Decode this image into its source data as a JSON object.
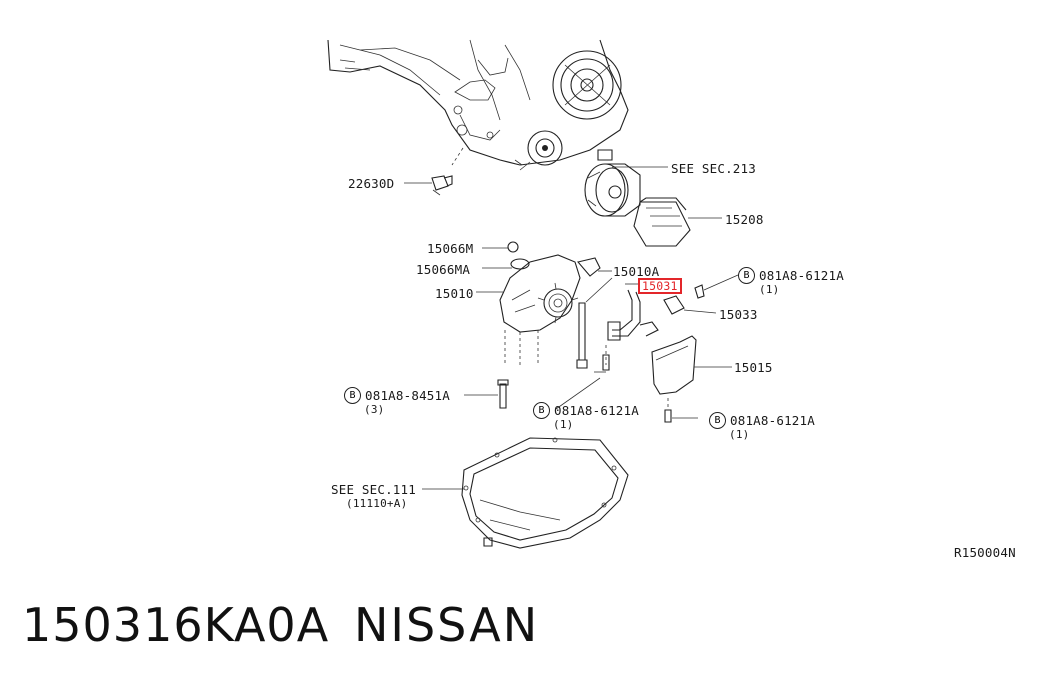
{
  "diagram": {
    "callouts": {
      "p22630d": "22630D",
      "see_sec_213": "SEE SEC.213",
      "p15208": "15208",
      "p15066m": "15066M",
      "p15066ma": "15066MA",
      "p15010": "15010",
      "p15010a": "15010A",
      "p15031_highlighted": "15031",
      "bolt_top_right": "081A8-6121A",
      "bolt_top_right_qty": "(1)",
      "p15033": "15033",
      "p15015": "15015",
      "bolt_left": "081A8-8451A",
      "bolt_left_qty": "(3)",
      "bolt_center": "081A8-6121A",
      "bolt_center_qty": "(1)",
      "bolt_bottom_right": "081A8-6121A",
      "bolt_bottom_right_qty": "(1)",
      "see_sec_111": "SEE SEC.111",
      "see_sec_111_sub": "(11110+A)",
      "bolt_marker": "B"
    },
    "diagram_code": "R150004N",
    "highlight_color": "#e3262a"
  },
  "footer": {
    "part_number": "150316KA0A",
    "brand": "NISSAN"
  }
}
